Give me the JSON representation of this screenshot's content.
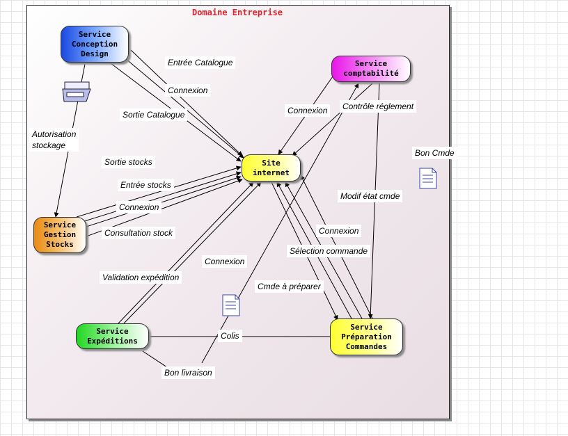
{
  "domain_title": "Domaine Entreprise",
  "nodes": {
    "conception": "Service\nConception\nDesign",
    "compta": "Service\ncomptabilité",
    "site": "Site\ninternet",
    "stocks": "Service\nGestion\nStocks",
    "expedition": "Service\nExpéditions",
    "preparation": "Service\nPréparation\nCommandes"
  },
  "edge_labels": {
    "entree_catalogue": "Entrée Catalogue",
    "connexion_conception": "Connexion",
    "sortie_catalogue": "Sortie Catalogue",
    "autorisation_stockage": "Autorisation\nstockage",
    "connexion_compta": "Connexion",
    "controle_reglement": "Contrôle réglement",
    "bon_cmde": "Bon Cmde",
    "sortie_stocks": "Sortie stocks",
    "entree_stocks": "Entrée stocks",
    "connexion_stocks": "Connexion",
    "consultation_stock": "Consultation stock",
    "modif_etat_cmde": "Modif état cmde",
    "connexion_prep": "Connexion",
    "selection_commande": "Sélection commande",
    "validation_expedition": "Validation expédition",
    "connexion_expe": "Connexion",
    "cmde_a_preparer": "Cmde à préparer",
    "colis": "Colis",
    "bon_livraison": "Bon livraison"
  },
  "icons": [
    "printer-icon",
    "document-icon"
  ]
}
